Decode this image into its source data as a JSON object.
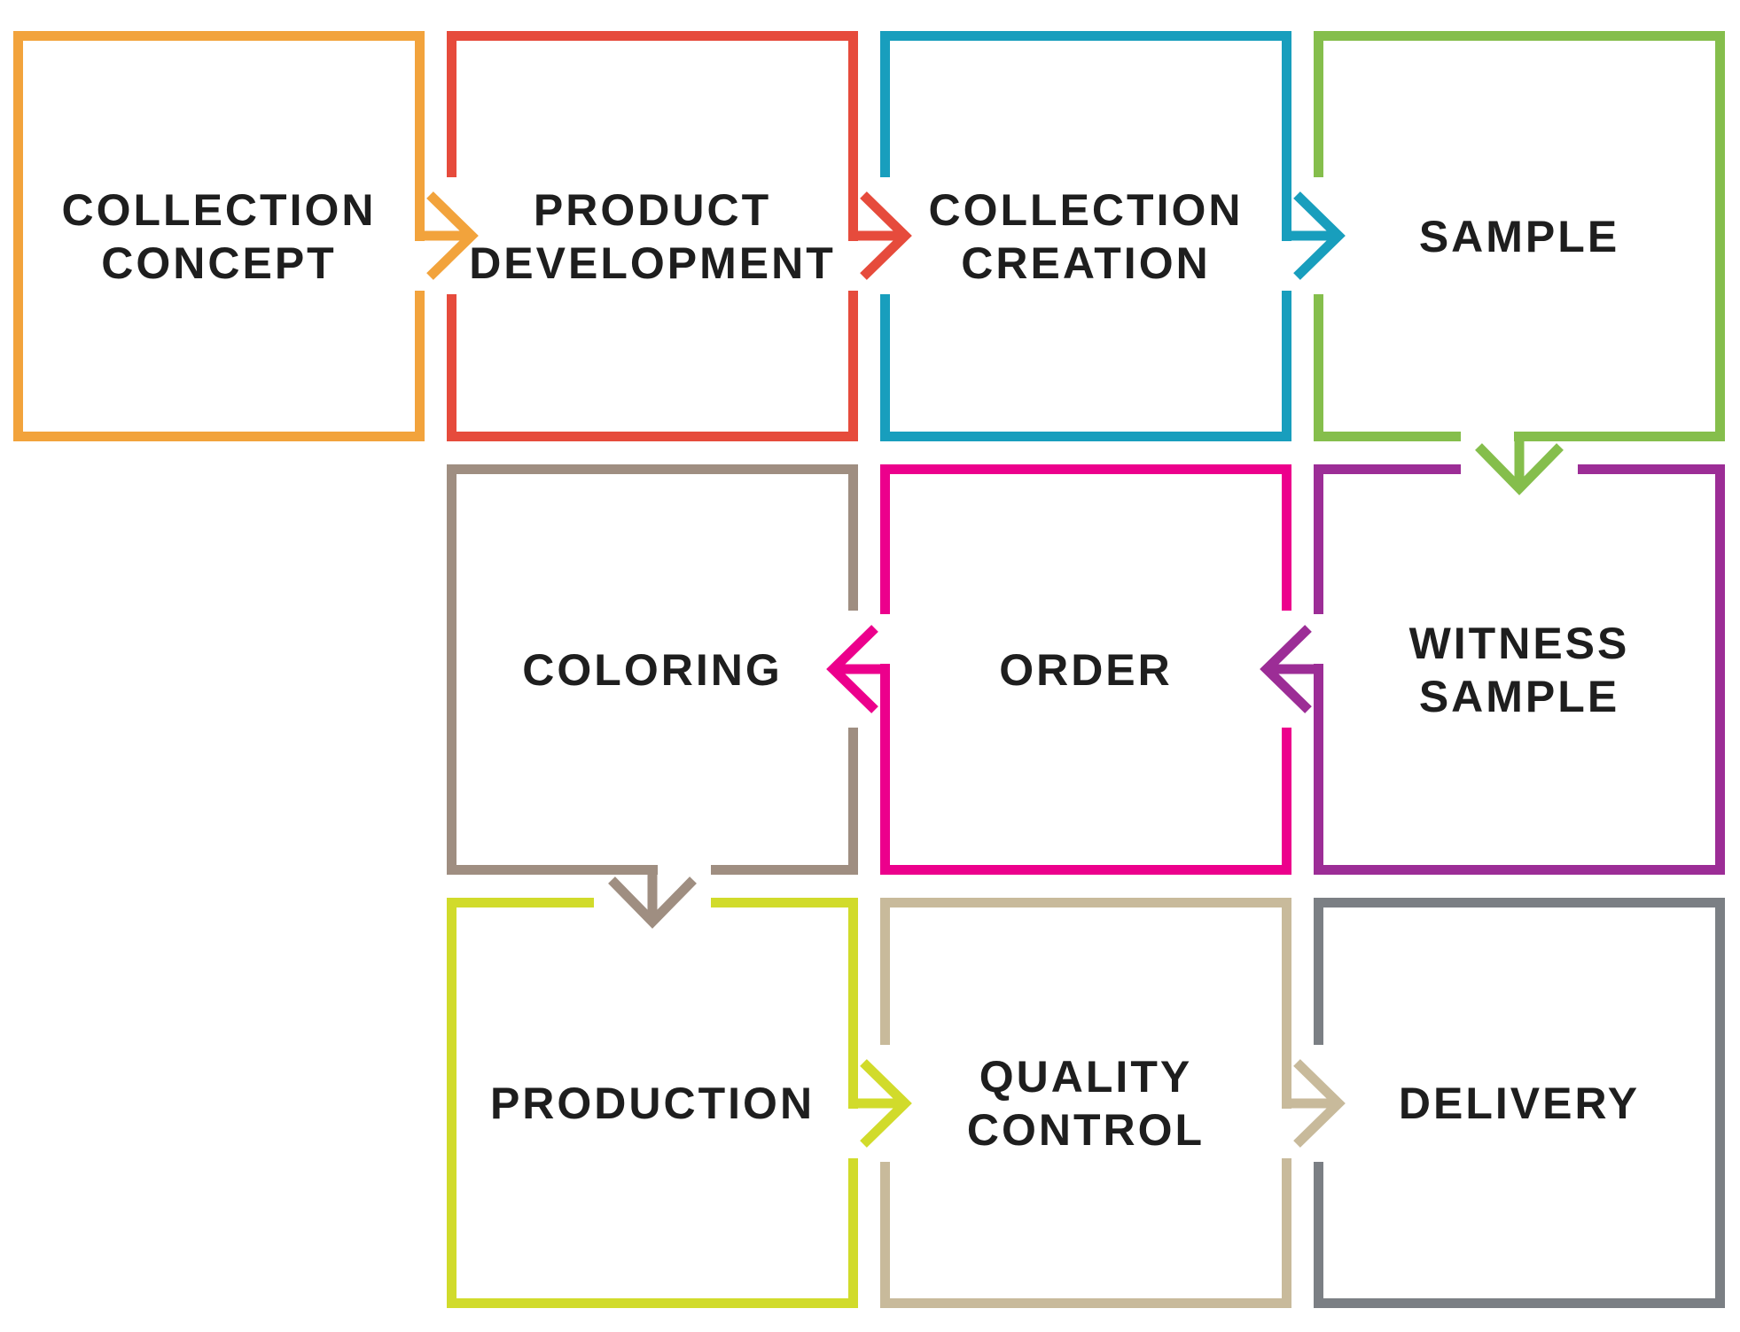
{
  "background": "#FFFFFF",
  "text_color": "#1E1E1E",
  "boxes": [
    {
      "id": "collection-concept",
      "label": "COLLECTION CONCEPT",
      "color": "#F2A33C"
    },
    {
      "id": "product-development",
      "label": "PRODUCT DEVELOPMENT",
      "color": "#E64B3C"
    },
    {
      "id": "collection-creation",
      "label": "COLLECTION CREATION",
      "color": "#189EBD"
    },
    {
      "id": "sample",
      "label": "SAMPLE",
      "color": "#85BE4C"
    },
    {
      "id": "coloring",
      "label": "COLORING",
      "color": "#9F8E81"
    },
    {
      "id": "order",
      "label": "ORDER",
      "color": "#EC008C"
    },
    {
      "id": "witness-sample",
      "label": "WITNESS SAMPLE",
      "color": "#9C2D96"
    },
    {
      "id": "production",
      "label": "PRODUCTION",
      "color": "#D1DB2B"
    },
    {
      "id": "quality-control",
      "label": "QUALITY CONTROL",
      "color": "#C8BA9B"
    },
    {
      "id": "delivery",
      "label": "DELIVERY",
      "color": "#7B7F84"
    }
  ],
  "arrows": [
    {
      "from": "COLLECTION CONCEPT",
      "to": "PRODUCT DEVELOPMENT",
      "direction": "right",
      "color": "#F2A33C"
    },
    {
      "from": "PRODUCT DEVELOPMENT",
      "to": "COLLECTION CREATION",
      "direction": "right",
      "color": "#E64B3C"
    },
    {
      "from": "COLLECTION CREATION",
      "to": "SAMPLE",
      "direction": "right",
      "color": "#189EBD"
    },
    {
      "from": "SAMPLE",
      "to": "WITNESS SAMPLE",
      "direction": "down",
      "color": "#85BE4C"
    },
    {
      "from": "WITNESS SAMPLE",
      "to": "ORDER",
      "direction": "left",
      "color": "#9C2D96"
    },
    {
      "from": "ORDER",
      "to": "COLORING",
      "direction": "left",
      "color": "#EC008C"
    },
    {
      "from": "COLORING",
      "to": "PRODUCTION",
      "direction": "down",
      "color": "#9F8E81"
    },
    {
      "from": "PRODUCTION",
      "to": "QUALITY CONTROL",
      "direction": "right",
      "color": "#D1DB2B"
    },
    {
      "from": "QUALITY CONTROL",
      "to": "DELIVERY",
      "direction": "right",
      "color": "#C8BA9B"
    }
  ]
}
